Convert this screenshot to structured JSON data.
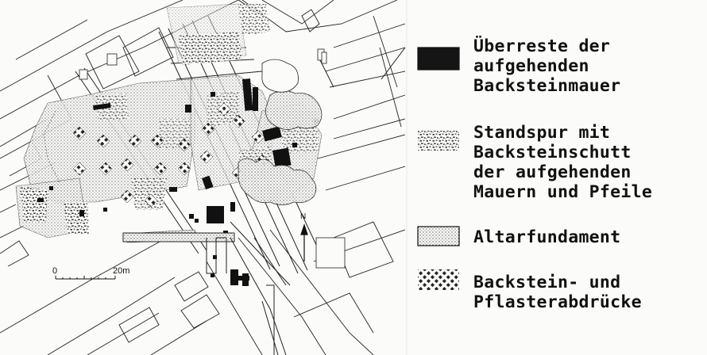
{
  "map": {
    "scale_bar": {
      "start_label": "0",
      "end_label": "20m"
    },
    "north_arrow": {
      "label": "N"
    }
  },
  "legend": {
    "items": [
      {
        "id": "brick-wall",
        "pattern": "solid",
        "lines": [
          "Überreste der",
          "aufgehenden",
          "Backsteinmauer"
        ]
      },
      {
        "id": "rubble-trace",
        "pattern": "rubble",
        "lines": [
          "Standspur mit",
          "Backsteinschutt",
          "der aufgehenden",
          "Mauern und Pfeile"
        ]
      },
      {
        "id": "altar-foundation",
        "pattern": "dotted",
        "lines": [
          "Altarfundament"
        ]
      },
      {
        "id": "imprints",
        "pattern": "crosshatch",
        "lines": [
          "Backstein- und",
          "Pflasterabdrücke"
        ]
      }
    ]
  },
  "colors": {
    "ink": "#111111",
    "paper": "#fbfbf9",
    "stipple": "#9a9a9a"
  }
}
